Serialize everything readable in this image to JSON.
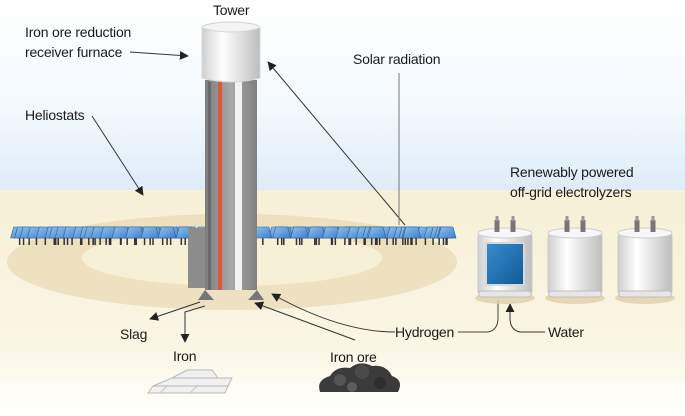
{
  "labels": {
    "tower": "Tower",
    "furnace_line1": "Iron ore reduction",
    "furnace_line2": "receiver furnace",
    "solar_radiation": "Solar radiation",
    "heliostats": "Heliostats",
    "electrolyzers_line1": "Renewably powered",
    "electrolyzers_line2": "off-grid electrolyzers",
    "slag": "Slag",
    "iron": "Iron",
    "iron_ore": "Iron ore",
    "hydrogen": "Hydrogen",
    "water": "Water"
  },
  "colors": {
    "ground": "#f7f2dc",
    "sky": "#e6f2fa",
    "panel": "#4b8fd6",
    "tower": "#9a9a9a",
    "hot_pipe": "#e0573a",
    "electrolyte": "#1f6fb0"
  }
}
